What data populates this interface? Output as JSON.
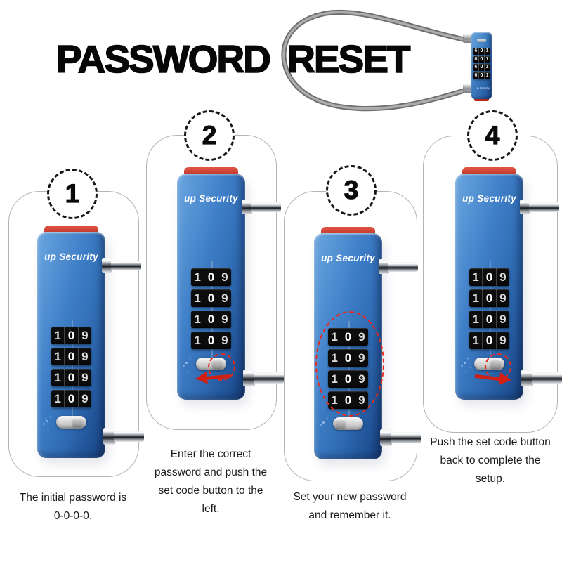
{
  "title": "PASSWORD RESET",
  "brand": "up Security",
  "lock": {
    "dial_digits": [
      "1",
      "0",
      "9"
    ]
  },
  "mini_lock": {
    "dial_digits": [
      "6",
      "0",
      "1"
    ],
    "brand": "up Security"
  },
  "colors": {
    "lock_blue": "#2f6fb8",
    "cap_red": "#b4281a",
    "annotation_red": "#e8291c",
    "cable_gray": "#6e6e6e"
  },
  "steps": [
    {
      "number": "1",
      "caption_lines": [
        "The initial password is",
        "0-0-0-0."
      ]
    },
    {
      "number": "2",
      "caption_lines": [
        "Enter the correct",
        "password and push the",
        "set code button to the",
        "left."
      ]
    },
    {
      "number": "3",
      "caption_lines": [
        "Set your new password",
        "and remember it."
      ]
    },
    {
      "number": "4",
      "caption_lines": [
        "Push the set code button",
        "back to complete the",
        "setup."
      ]
    }
  ]
}
